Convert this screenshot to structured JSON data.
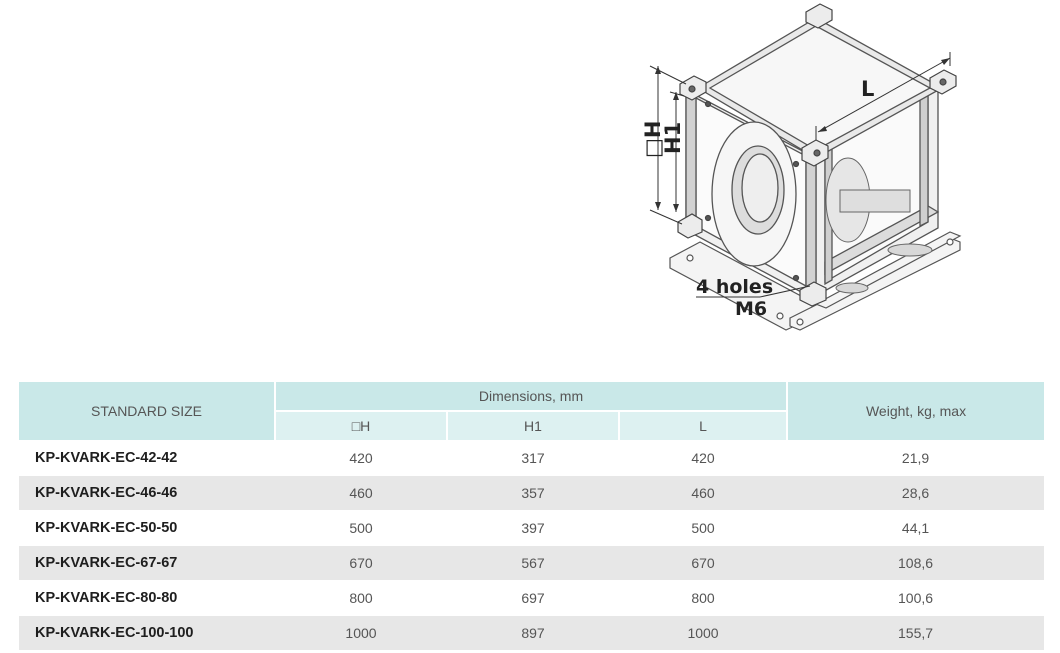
{
  "drawing": {
    "label_h": "□H",
    "label_h1": "H1",
    "label_l": "L",
    "label_holes": "4 holes",
    "label_thread": "M6"
  },
  "table": {
    "headers": {
      "standard_size": "STANDARD SIZE",
      "dimensions_group": "Dimensions, mm",
      "h": "□H",
      "h1": "H1",
      "l": "L",
      "weight": "Weight, kg, max"
    },
    "rows": [
      {
        "model": "KP-KVARK-EC-42-42",
        "h": "420",
        "h1": "317",
        "l": "420",
        "weight": "21,9"
      },
      {
        "model": "KP-KVARK-EC-46-46",
        "h": "460",
        "h1": "357",
        "l": "460",
        "weight": "28,6"
      },
      {
        "model": "KP-KVARK-EC-50-50",
        "h": "500",
        "h1": "397",
        "l": "500",
        "weight": "44,1"
      },
      {
        "model": "KP-KVARK-EC-67-67",
        "h": "670",
        "h1": "567",
        "l": "670",
        "weight": "108,6"
      },
      {
        "model": "KP-KVARK-EC-80-80",
        "h": "800",
        "h1": "697",
        "l": "800",
        "weight": "100,6"
      },
      {
        "model": "KP-KVARK-EC-100-100",
        "h": "1000",
        "h1": "897",
        "l": "1000",
        "weight": "155,7"
      }
    ]
  }
}
